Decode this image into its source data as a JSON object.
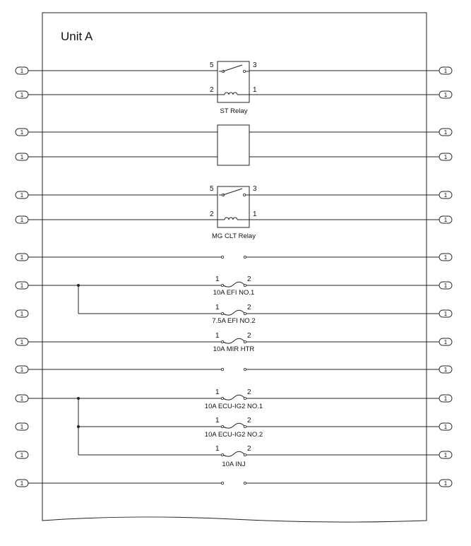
{
  "unit": {
    "title": "Unit A"
  },
  "connector_label": "1",
  "relays": [
    {
      "label": "ST Relay",
      "pins": [
        "5",
        "3",
        "2",
        "1"
      ]
    },
    {
      "label": "",
      "pins": []
    },
    {
      "label": "MG CLT Relay",
      "pins": [
        "5",
        "3",
        "2",
        "1"
      ]
    }
  ],
  "fuses": [
    {
      "label": "10A EFI NO.1",
      "pins": [
        "1",
        "2"
      ]
    },
    {
      "label": "7.5A EFI NO.2",
      "pins": [
        "1",
        "2"
      ]
    },
    {
      "label": "10A MIR HTR",
      "pins": [
        "1",
        "2"
      ]
    },
    {
      "label": "10A ECU-IG2 NO.1",
      "pins": [
        "1",
        "2"
      ]
    },
    {
      "label": "10A ECU-IG2 NO.2",
      "pins": [
        "1",
        "2"
      ]
    },
    {
      "label": "10A INJ",
      "pins": [
        "1",
        "2"
      ]
    }
  ]
}
